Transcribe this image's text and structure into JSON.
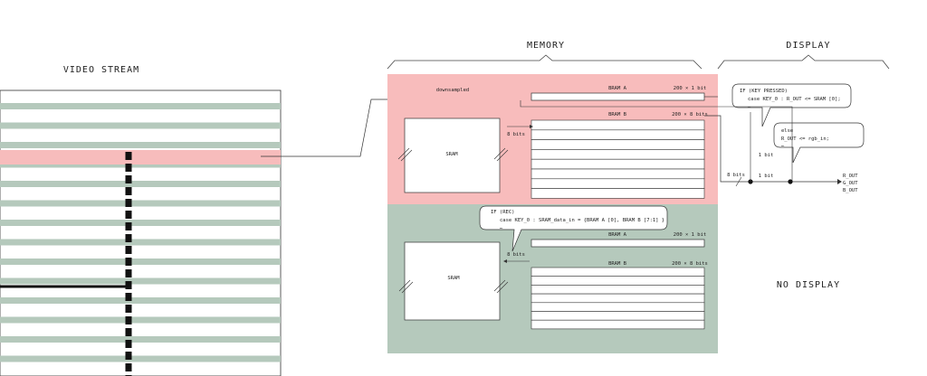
{
  "colors": {
    "stripe": "#b5c9bc",
    "highlight": "#f7bcbc",
    "memory_top": "#f8bcbc",
    "memory_bottom": "#b5c9bc",
    "line": "#333333",
    "bus": "#111111"
  },
  "video": {
    "title": "VIDEO STREAM"
  },
  "memory": {
    "title": "MEMORY",
    "top": {
      "downsampled_label": "downsampled",
      "sram_label": "SRAM",
      "bram_a_label": "BRAM A",
      "bram_a_size": "200 × 1 bit",
      "bram_b_label": "BRAM B",
      "bram_b_size": "200 × 8 bits",
      "bus_width": "8 bits"
    },
    "bottom": {
      "sram_label": "SRAM",
      "bram_a_label": "BRAM A",
      "bram_a_size": "200 × 1 bit",
      "bram_b_label": "BRAM B",
      "bram_b_size": "200 × 8 bits",
      "bus_width": "8 bits",
      "bubble": {
        "line1": "IF (REC)",
        "line2": "case KEY_0 : SRAM_data_in = {BRAM A [0], BRAM B [7:1] }",
        "line3": "…"
      }
    }
  },
  "display": {
    "title": "DISPLAY",
    "no_display": "NO DISPLAY",
    "bubble_if": {
      "line1": "IF (KEY PRESSED)",
      "line2": "case KEY_0 : R_OUT <= SRAM [0];",
      "line3": "…"
    },
    "bubble_else": {
      "line1": "else",
      "line2": "R_OUT <= rgb_in;",
      "line3": "…"
    },
    "one_bit_upper": "1 bit",
    "one_bit_lower": "1 bit",
    "eight_bits": "8 bits",
    "outputs": [
      "R_OUT",
      "G_OUT",
      "B_OUT"
    ]
  }
}
